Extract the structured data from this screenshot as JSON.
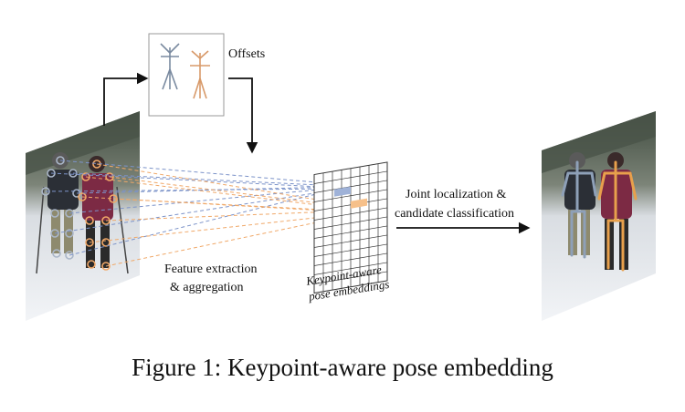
{
  "labels": {
    "offsets": "Offsets",
    "feature_line1": "Feature extraction",
    "feature_line2": "& aggregation",
    "keypoint_line1": "Keypoint-aware",
    "keypoint_line2": "pose embeddings",
    "joint_line1": "Joint localization &",
    "joint_line2": "candidate classification"
  },
  "caption": "Figure 1: Keypoint-aware pose embedding",
  "colors": {
    "person_left_skeleton": "#8ea0b8",
    "person_right_skeleton": "#e8a04c",
    "feature_line_blue": "#7c93c9",
    "feature_line_orange": "#f0a868",
    "grid": "#333333"
  }
}
